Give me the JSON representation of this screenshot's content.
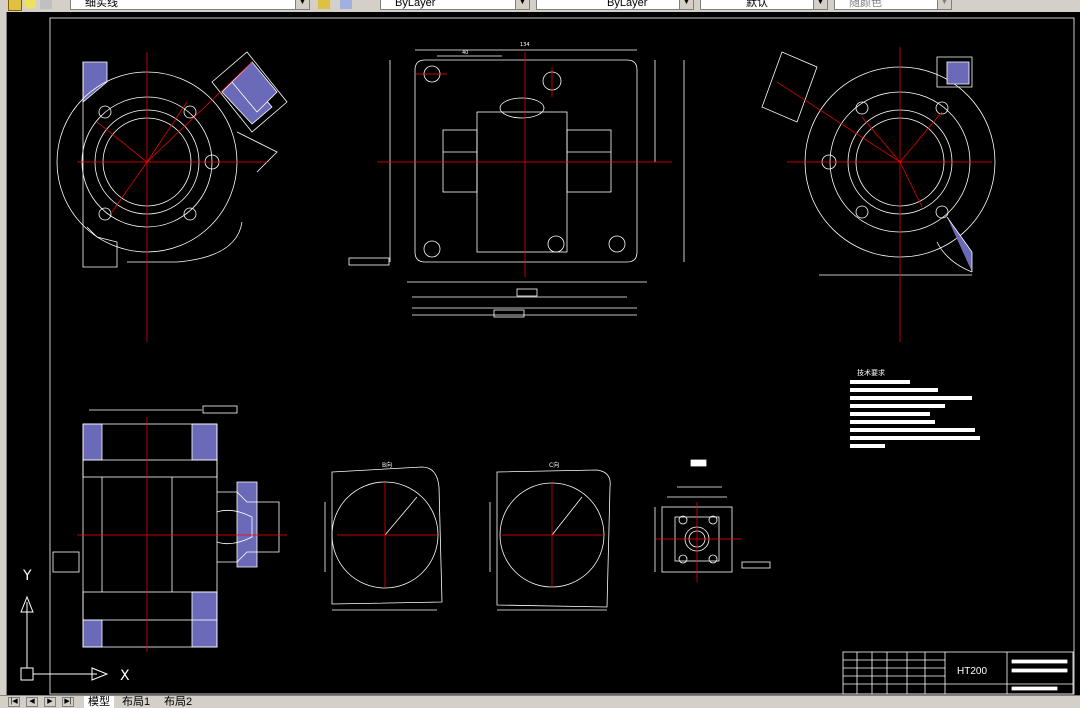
{
  "toolbar": {
    "linetype_combo": "细实线",
    "color_combo": "ByLayer",
    "linetype2_combo": "ByLayer",
    "lineweight_combo": "默认",
    "plotstyle_combo": "随颜色"
  },
  "tabs": {
    "model": "模型",
    "layout1": "布局1",
    "layout2": "布局2"
  },
  "drawing": {
    "tech_req_title": "技术要求",
    "material": "HT200",
    "section_b": "B向",
    "section_c": "C向",
    "ucs_x": "X",
    "ucs_y": "Y",
    "dim_134": "134",
    "dim_40": "40"
  },
  "colors": {
    "canvas_bg": "#000000",
    "outline": "#ffffff",
    "centerline": "#ff0000",
    "hatch": "#7070c0",
    "ui_face": "#d4d0c8"
  },
  "icons": {
    "layer_icon": "layer-icon",
    "nav_first": "first-icon",
    "nav_prev": "prev-icon",
    "nav_next": "next-icon",
    "nav_last": "last-icon"
  }
}
